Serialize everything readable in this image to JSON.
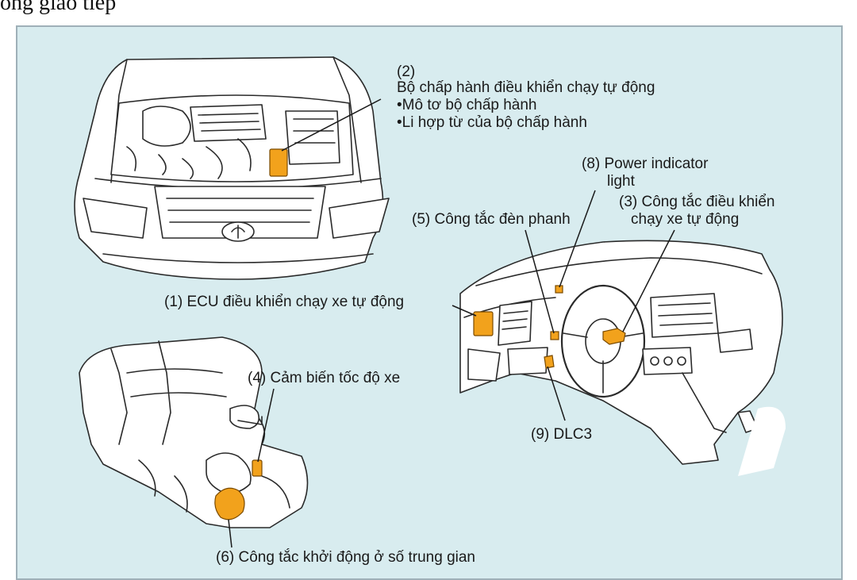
{
  "heading_fragment": "ông giao tiếp",
  "labels": {
    "actuator_number": "(2)",
    "actuator_title": "Bộ chấp hành điều khiển chạy tự động",
    "actuator_motor": "•Mô tơ bộ chấp hành",
    "actuator_clutch": "•Li hợp từ của bộ chấp hành",
    "power_indicator_line1": "(8) Power indicator",
    "power_indicator_line2": "light",
    "cruise_switch_line1": "(3) Công tắc điều khiển",
    "cruise_switch_line2": "chạy xe tự động",
    "brake_light_switch": "(5) Công tắc đèn phanh",
    "cruise_ecu": "(1) ECU điều khiển chạy xe tự động",
    "speed_sensor": "(4) Cảm biến tốc độ xe",
    "dlc3": "(9) DLC3",
    "neutral_start_switch": "(6) Công tắc khởi động ở số trung gian"
  },
  "colors": {
    "panel_background": "#d8ecef",
    "component_highlight": "#f2a21c",
    "line_art": "#2a2a2a"
  }
}
